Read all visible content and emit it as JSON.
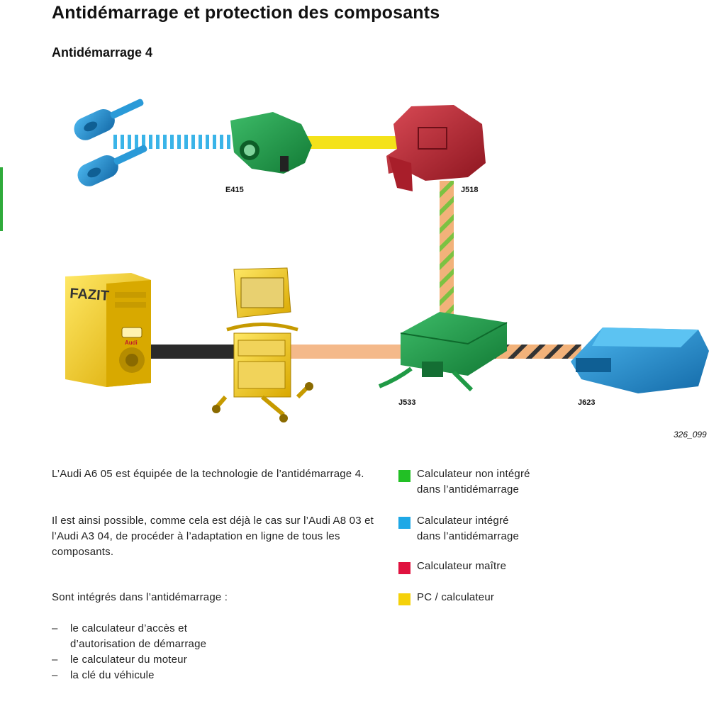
{
  "header": {
    "title": "Antidémarrage et protection des composants",
    "subtitle": "Antidémarrage 4"
  },
  "diagram": {
    "figure_id": "326_099",
    "components": [
      {
        "id": "keys",
        "label": "",
        "role": "Calculateur intégré dans l'antidémarrage",
        "color": "#1e88c8"
      },
      {
        "id": "E415",
        "label": "E415",
        "role": "Calculateur non intégré dans l'antidémarrage",
        "color": "#1f9a45"
      },
      {
        "id": "J518",
        "label": "J518",
        "role": "Calculateur maître",
        "color": "#b5222f"
      },
      {
        "id": "FAZIT",
        "label": "FAZIT",
        "role": "PC / calculateur",
        "color": "#f2c81a"
      },
      {
        "id": "tester",
        "label": "",
        "role": "PC / calculateur",
        "color": "#f2c81a"
      },
      {
        "id": "J533",
        "label": "J533",
        "role": "Calculateur non intégré dans l'antidémarrage",
        "color": "#1f9a45"
      },
      {
        "id": "J623",
        "label": "J623",
        "role": "Calculateur intégré dans l'antidémarrage",
        "color": "#1e88c8"
      }
    ],
    "connections": [
      {
        "from": "keys",
        "to": "E415",
        "style": "dashed",
        "colors": [
          "#3ab4e8",
          "#ffffff"
        ]
      },
      {
        "from": "E415",
        "to": "J518",
        "style": "solid",
        "colors": [
          "#f4e21a"
        ]
      },
      {
        "from": "J518",
        "to": "J533",
        "style": "striped",
        "colors": [
          "#f2b27a",
          "#7cc242"
        ]
      },
      {
        "from": "FAZIT",
        "to": "tester",
        "style": "solid",
        "colors": [
          "#2a2a2a"
        ]
      },
      {
        "from": "tester",
        "to": "J533",
        "style": "solid",
        "colors": [
          "#f4b98a"
        ]
      },
      {
        "from": "J533",
        "to": "J623",
        "style": "striped",
        "colors": [
          "#f2b27a",
          "#333333"
        ]
      }
    ],
    "fazit_text": "FAZIT",
    "audi_text": "Audi"
  },
  "body": {
    "para1": "L’Audi A6 05 est équipée de la technologie de l’antidémarrage 4.",
    "para2": "Il est ainsi possible, comme cela est déjà le cas sur l’Audi A8 03 et l’Audi A3 04, de procéder à l’adaptation en ligne de tous les composants.",
    "para3": "Sont intégrés dans l’antidémarrage :",
    "list": [
      "le calculateur d’accès et\nd’autorisation de démarrage",
      "le calculateur du moteur",
      "la clé du véhicule"
    ],
    "list_dash": "–"
  },
  "legend": [
    {
      "color": "#22c025",
      "text": "Calculateur non intégré\ndans l’antidémarrage"
    },
    {
      "color": "#1ea8e6",
      "text": "Calculateur intégré\ndans l’antidémarrage"
    },
    {
      "color": "#e0123f",
      "text": "Calculateur maître"
    },
    {
      "color": "#f5d10a",
      "text": "PC / calculateur"
    }
  ]
}
